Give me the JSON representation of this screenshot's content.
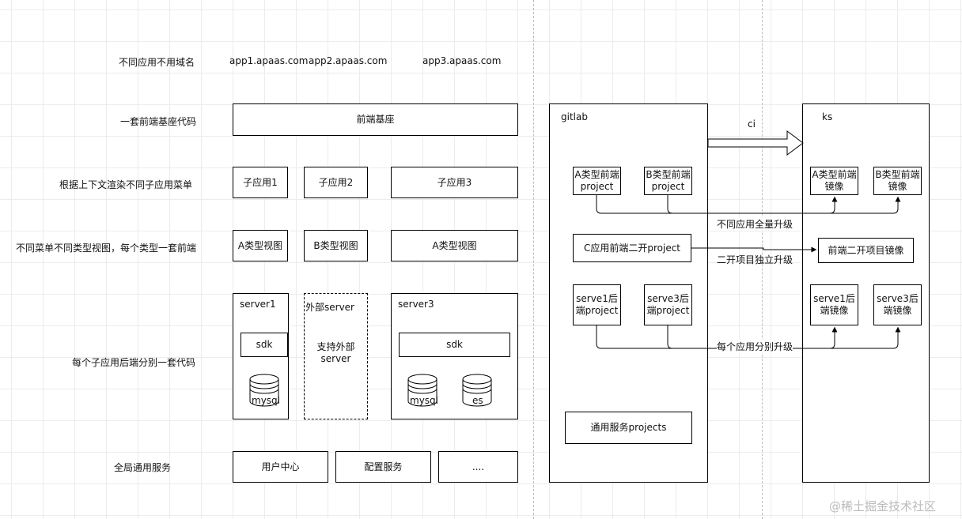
{
  "row_labels": {
    "domains": "不同应用不用域名",
    "base_code": "一套前端基座代码",
    "menu": "根据上下文渲染不同子应用菜单",
    "views": "不同菜单不同类型视图，每个类型一套前端",
    "backend": "每个子应用后端分别一套代码",
    "global": "全局通用服务"
  },
  "domains": [
    "app1.apaas.com",
    "app2.apaas.com",
    "app3.apaas.com"
  ],
  "base": "前端基座",
  "subapps": [
    "子应用1",
    "子应用2",
    "子应用3"
  ],
  "views": [
    "A类型视图",
    "B类型视图",
    "A类型视图"
  ],
  "servers": {
    "server1": {
      "title": "server1",
      "sdk": "sdk",
      "db": "mysql"
    },
    "external": {
      "title": "外部server",
      "desc": "支持外部\nserver"
    },
    "server3": {
      "title": "server3",
      "sdk": "sdk",
      "dbs": [
        "mysql",
        "es"
      ]
    }
  },
  "global_services": [
    "用户中心",
    "配置服务",
    "...."
  ],
  "gitlab": {
    "title": "gitlab",
    "a_project": "A类型前端\nproject",
    "b_project": "B类型前端\nproject",
    "c_project": "C应用前端二开project",
    "serve1": "serve1后\n端project",
    "serve3": "serve3后\n端project",
    "common": "通用服务projects"
  },
  "ks": {
    "title": "ks",
    "a_image": "A类型前端\n镜像",
    "b_image": "B类型前端\n镜像",
    "custom_image": "前端二开项目镜像",
    "serve1_image": "serve1后\n端镜像",
    "serve3_image": "serve3后\n端镜像"
  },
  "labels": {
    "ci": "ci",
    "full_upgrade": "不同应用全量升级",
    "custom_upgrade": "二开项目独立升级",
    "each_upgrade": "每个应用分别升级"
  },
  "watermark": "@稀土掘金技术社区"
}
